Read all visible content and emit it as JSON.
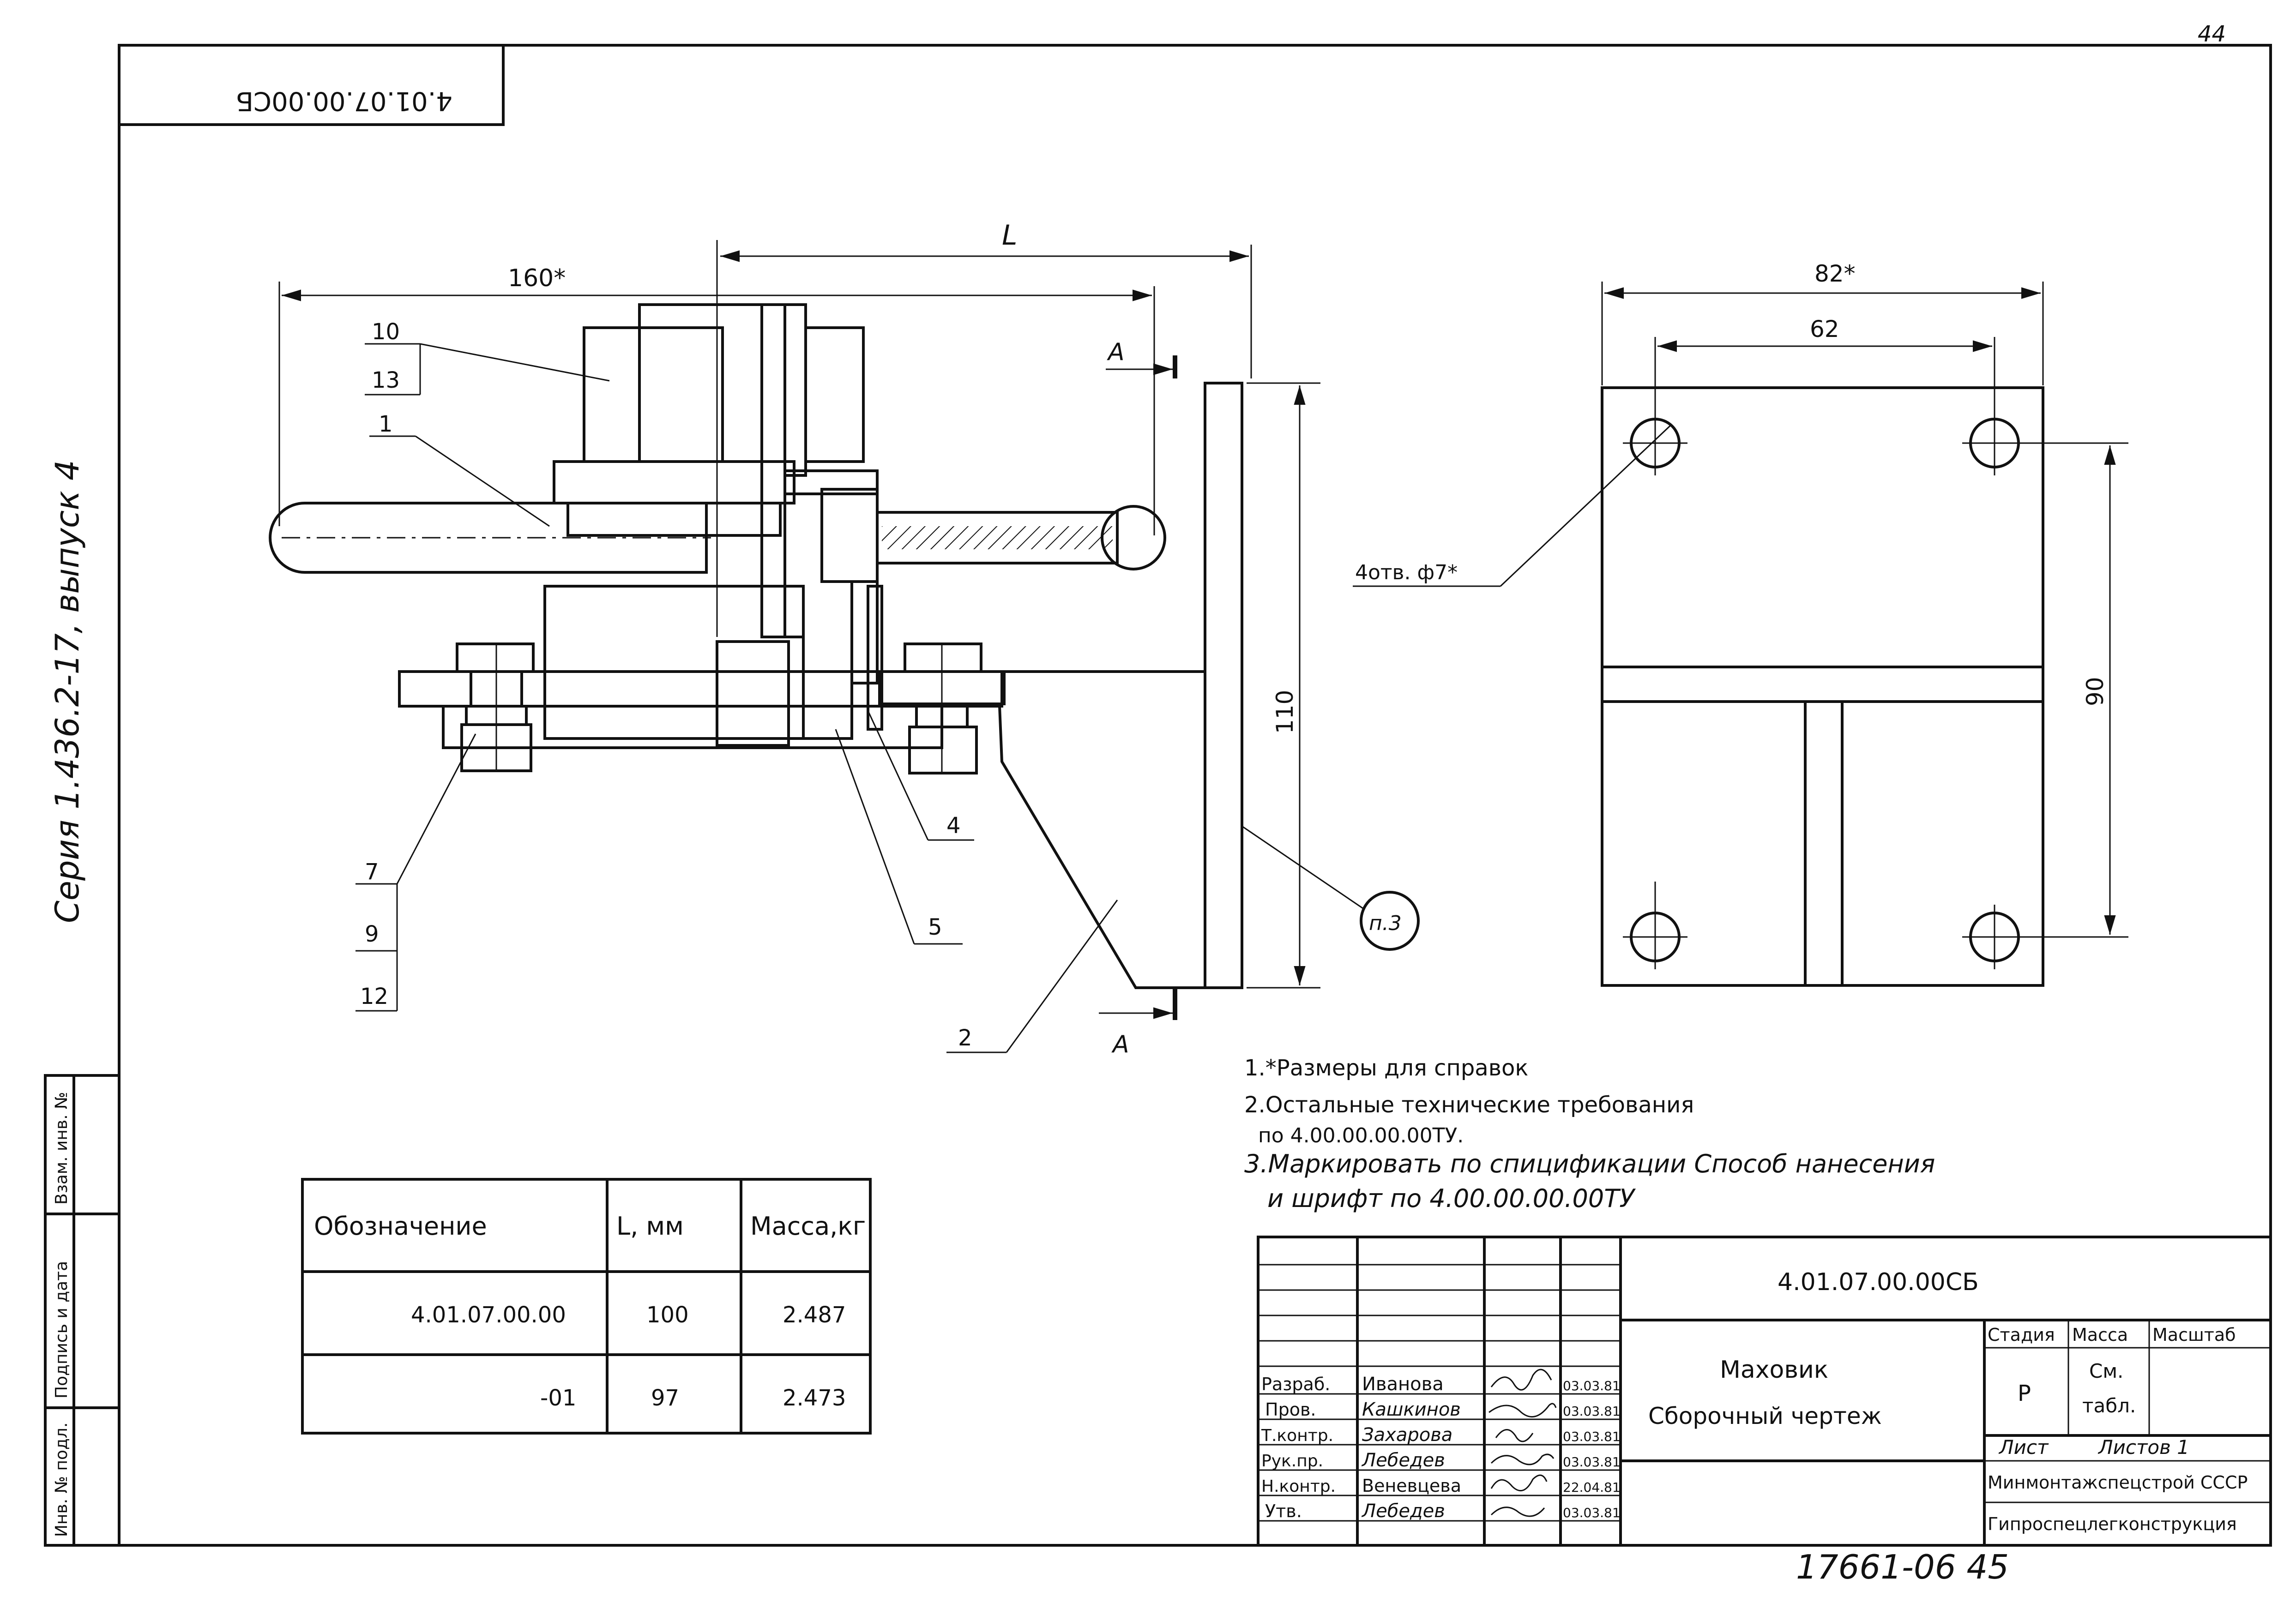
{
  "page_number": "44",
  "rotated_code": "4.01.07.00.00СБ",
  "series_label": "Серия 1.436.2-17, выпуск 4",
  "dims": {
    "L": "L",
    "d160": "160*",
    "d82": "82*",
    "d62": "62",
    "d110": "110",
    "d90": "90",
    "holes": "4отв. ф7*",
    "sectionA": "А"
  },
  "callouts": {
    "c10": "10",
    "c13": "13",
    "c1": "1",
    "c7": "7",
    "c9": "9",
    "c12": "12",
    "c4": "4",
    "c5": "5",
    "c2": "2",
    "p3": "п.3"
  },
  "notes": {
    "n1": "1.*Размеры для справок",
    "n2a": "2.Остальные технические требования",
    "n2b": "по 4.00.00.00.00ТУ.",
    "n3a": "3.Маркировать по спицификации Способ нанесения",
    "n3b": "и шрифт по 4.00.00.00.00ТУ"
  },
  "variant_table": {
    "headers": [
      "Обозначение",
      "L, мм",
      "Масса,кг"
    ],
    "rows": [
      [
        "4.01.07.00.00",
        "100",
        "2.487"
      ],
      [
        "-01",
        "97",
        "2.473"
      ]
    ]
  },
  "title_block": {
    "code": "4.01.07.00.00СБ",
    "name1": "Маховик",
    "name2": "Сборочный чертеж",
    "stage_label": "Стадия",
    "mass_label": "Масса",
    "scale_label": "Масштаб",
    "stage": "Р",
    "mass1": "См.",
    "mass2": "табл.",
    "sheet_label": "Лист",
    "sheets_label": "Листов 1",
    "org1": "Минмонтажспецстрой СССР",
    "org2": "Гипроспецлегконструкция",
    "people": [
      {
        "role": "Разраб.",
        "name": "Иванова",
        "date": "03.03.81"
      },
      {
        "role": "Пров.",
        "name": "Кашкинов",
        "date": "03.03.81"
      },
      {
        "role": "Т.контр.",
        "name": "Захарова",
        "date": "03.03.81"
      },
      {
        "role": "Рук.пр.",
        "name": "Лебедев",
        "date": "03.03.81"
      },
      {
        "role": "Н.контр.",
        "name": "Веневцева",
        "date": "22.04.81"
      },
      {
        "role": "Утв.",
        "name": "Лебедев",
        "date": "03.03.81"
      }
    ]
  },
  "side_stamp": {
    "inv_podl": "Инв. № подл.",
    "podpis": "Подпись и дата",
    "vzam": "Взам. инв. №"
  },
  "bottom_number": "17661-06 45"
}
